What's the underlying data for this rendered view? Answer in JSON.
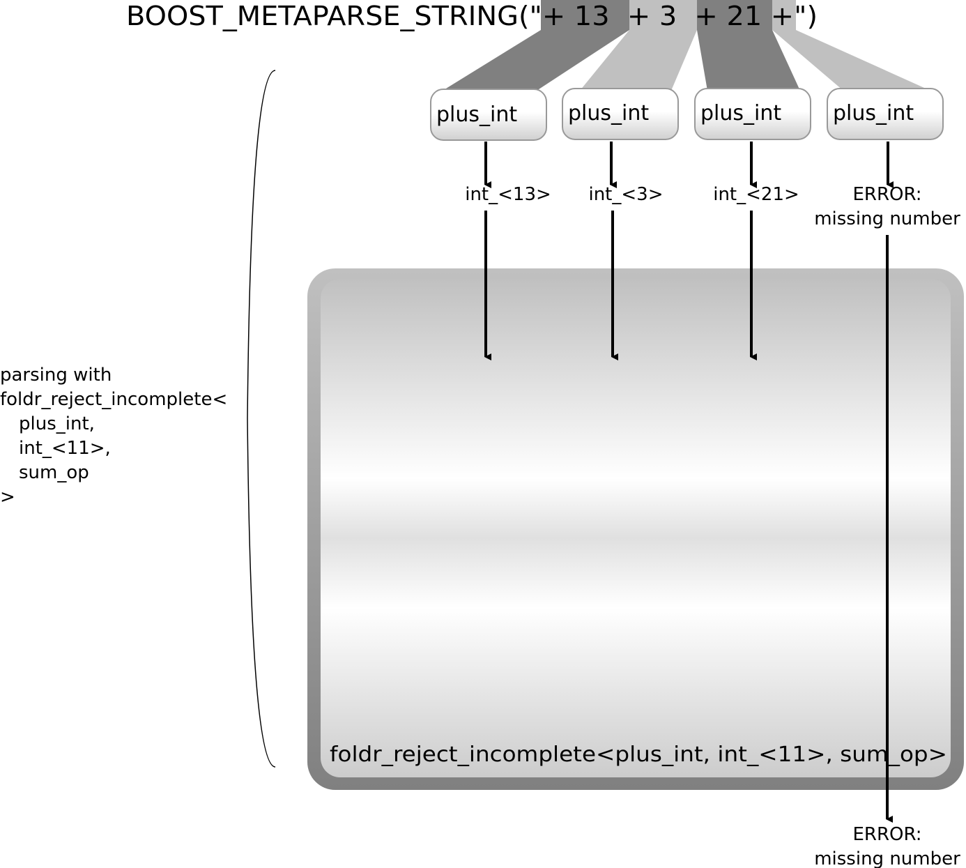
{
  "title": "BOOST_METAPARSE_STRING(\"+ 13  + 3  + 21 +\")",
  "parsers": [
    "plus_int",
    "plus_int",
    "plus_int",
    "plus_int"
  ],
  "results": [
    "int_<13>",
    "int_<3>",
    "int_<21>"
  ],
  "error": {
    "line1": "ERROR:",
    "line2": "missing number"
  },
  "final_error": {
    "line1": "ERROR:",
    "line2": "missing number"
  },
  "combinator_label": "foldr_reject_incomplete<plus_int, int_<11>, sum_op>",
  "side_note": [
    "parsing with",
    "foldr_reject_incomplete<",
    "plus_int,",
    "int_<11>,",
    "sum_op",
    ">"
  ],
  "colors": {
    "dark_segment": "#808080",
    "light_segment": "#c0c0c0"
  }
}
